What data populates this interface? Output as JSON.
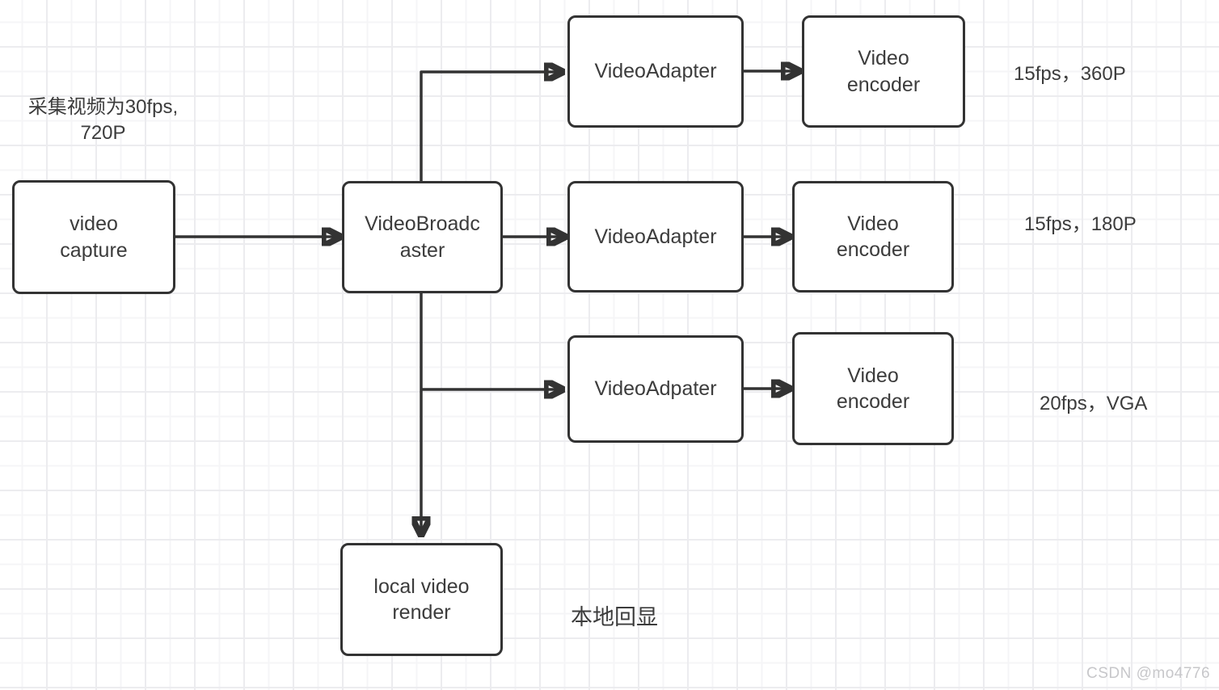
{
  "diagram": {
    "nodes": {
      "video_capture": "video\ncapture",
      "video_broadcaster": "VideoBroadc\naster",
      "video_adapter_1": "VideoAdapter",
      "video_encoder_1": "Video\nencoder",
      "video_adapter_2": "VideoAdapter",
      "video_encoder_2": "Video\nencoder",
      "video_adapter_3": "VideoAdpater",
      "video_encoder_3": "Video\nencoder",
      "local_video_render": "local video\nrender"
    },
    "annotations": {
      "capture_note": "采集视频为30fps,\n720P",
      "stream_1": "15fps，360P",
      "stream_2": "15fps，180P",
      "stream_3": "20fps，VGA",
      "local_render": "本地回显"
    },
    "watermark": "CSDN @mo4776",
    "colors": {
      "stroke": "#333333",
      "text": "#3c3c3c",
      "watermark": "#c7c7ca",
      "grid_minor": "#f5f5f7",
      "grid_major": "#ececef",
      "background": "#ffffff"
    }
  }
}
